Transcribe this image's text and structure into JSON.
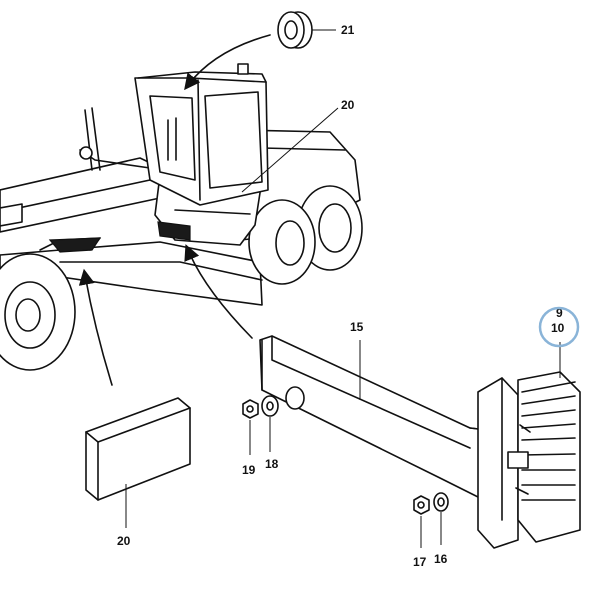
{
  "diagram": {
    "callouts": {
      "c21": "21",
      "c20_cab": "20",
      "c15": "15",
      "c9": "9",
      "c10": "10",
      "c19": "19",
      "c18": "18",
      "c20_pad": "20",
      "c17": "17",
      "c16": "16"
    },
    "highlight_color": "#8ab4d8"
  }
}
